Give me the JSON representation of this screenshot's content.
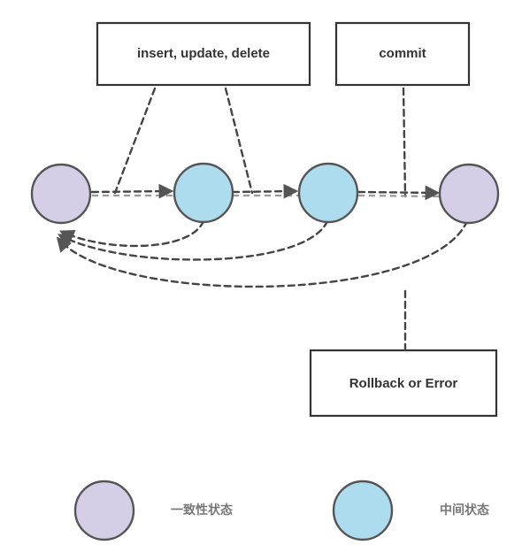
{
  "boxes": {
    "dml": "insert, update, delete",
    "commit": "commit",
    "rollback": "Rollback or Error"
  },
  "legend": {
    "consistent_label": "一致性状态",
    "intermediate_label": "中间状态"
  },
  "colors": {
    "consistent_state": "#d4cfe6",
    "intermediate_state": "#aedcef",
    "line": "#444444"
  },
  "nodes": [
    {
      "state": "consistent"
    },
    {
      "state": "intermediate"
    },
    {
      "state": "intermediate"
    },
    {
      "state": "consistent"
    }
  ]
}
